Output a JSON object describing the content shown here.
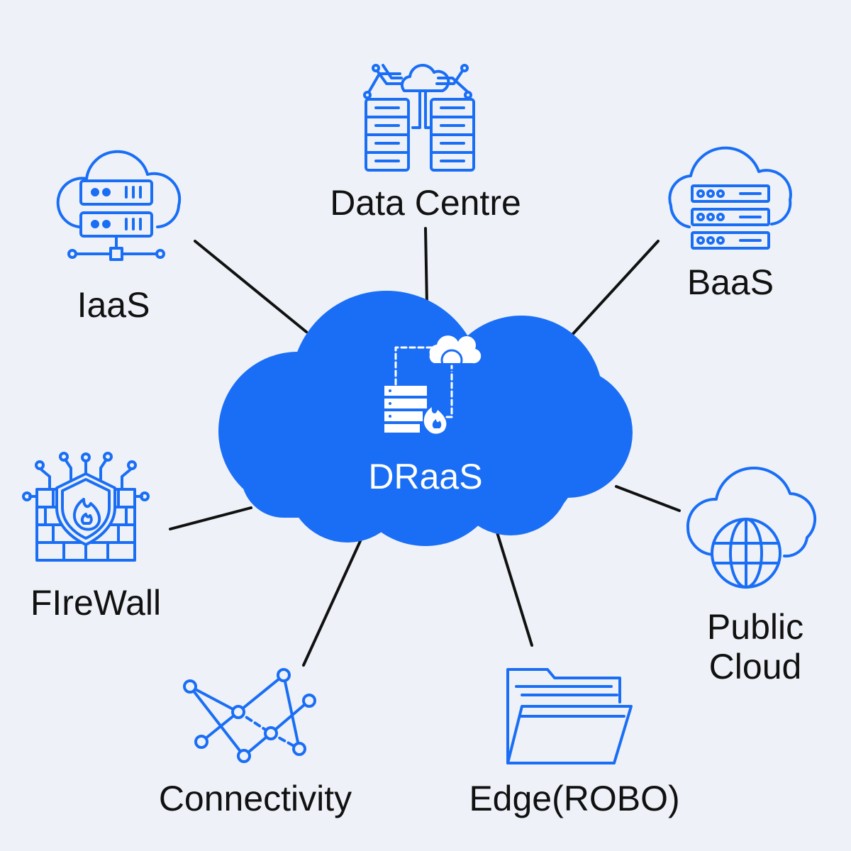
{
  "diagram": {
    "center": {
      "label": "DRaaS",
      "icon": "cloud-disaster-recovery-icon"
    },
    "nodes": {
      "data_centre": {
        "label": "Data Centre",
        "icon": "data-centre-icon"
      },
      "iaas": {
        "label": "IaaS",
        "icon": "iaas-server-cloud-icon"
      },
      "baas": {
        "label": "BaaS",
        "icon": "baas-backup-cloud-icon"
      },
      "firewall": {
        "label": "FIreWall",
        "icon": "firewall-shield-icon"
      },
      "public_cloud": {
        "label_line1": "Public",
        "label_line2": "Cloud",
        "icon": "public-cloud-globe-icon"
      },
      "connectivity": {
        "label": "Connectivity",
        "icon": "network-nodes-icon"
      },
      "edge": {
        "label": "Edge(ROBO)",
        "icon": "folder-icon"
      }
    },
    "colors": {
      "accent": "#1a6ef5",
      "connector": "#111111",
      "background": "#eef2f8",
      "center_text": "#ffffff"
    }
  }
}
